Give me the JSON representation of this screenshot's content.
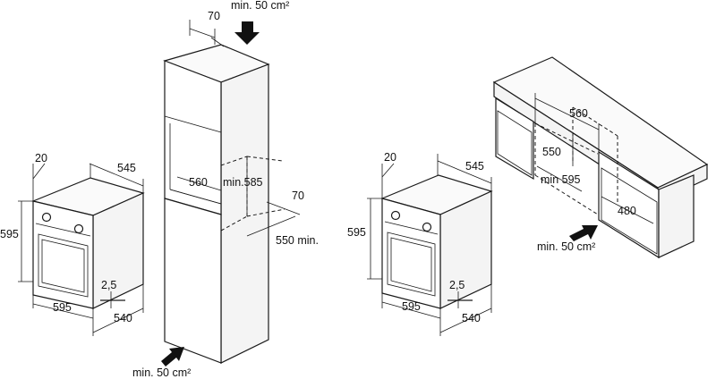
{
  "tall_unit": {
    "airflow_top": "min. 50 cm²",
    "depth_top": "70",
    "niche_width": "560",
    "niche_height": "min.585",
    "depth_back": "70",
    "depth_min": "550 min.",
    "airflow_bottom": "min. 50 cm²"
  },
  "oven_left": {
    "offset": "20",
    "depth": "545",
    "height": "595",
    "gap": "2,5",
    "width": "595",
    "depth_bottom": "540"
  },
  "oven_right": {
    "offset": "20",
    "depth": "545",
    "height": "595",
    "gap": "2,5",
    "width": "595",
    "depth_bottom": "540"
  },
  "base_unit": {
    "width": "560",
    "height": "550",
    "min_height": "min 595",
    "depth": "480",
    "airflow": "min. 50 cm²"
  }
}
